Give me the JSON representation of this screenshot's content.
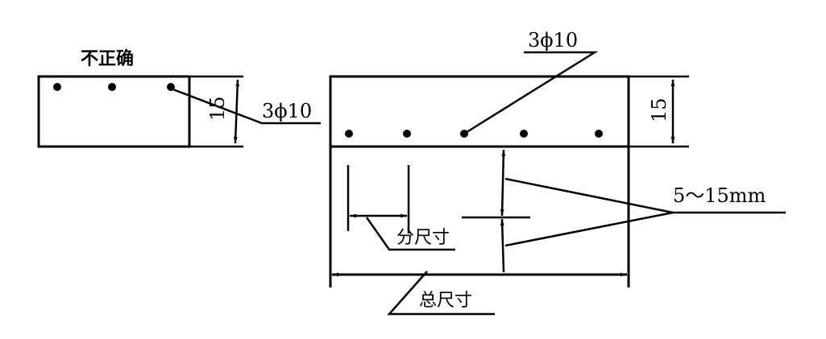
{
  "left_section": {
    "label": "不正确",
    "dimension": "15",
    "rebar_label": "3ϕ10"
  },
  "right_section": {
    "rebar_label": "3ϕ10",
    "dimension": "15",
    "gap_label": "5～15mm",
    "sub_dimension_label": "分尺寸",
    "total_dimension_label": "总尺寸"
  },
  "colors": {
    "line": "#000000",
    "background": "#ffffff"
  }
}
